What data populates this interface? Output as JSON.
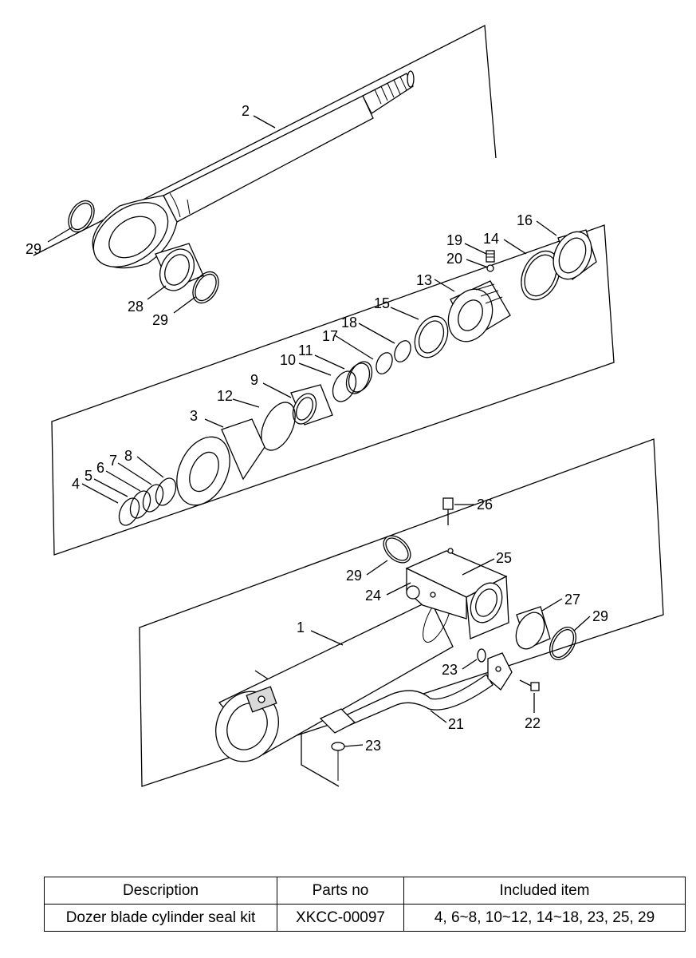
{
  "diagram": {
    "callouts": [
      "1",
      "2",
      "3",
      "4",
      "5",
      "6",
      "7",
      "8",
      "9",
      "10",
      "11",
      "12",
      "13",
      "14",
      "15",
      "16",
      "17",
      "18",
      "19",
      "20",
      "21",
      "22",
      "23",
      "24",
      "25",
      "26",
      "27",
      "28",
      "29"
    ]
  },
  "table": {
    "headers": [
      "Description",
      "Parts no",
      "Included item"
    ],
    "rows": [
      [
        "Dozer blade cylinder seal kit",
        "XKCC-00097",
        "4, 6~8, 10~12, 14~18, 23, 25, 29"
      ]
    ]
  }
}
